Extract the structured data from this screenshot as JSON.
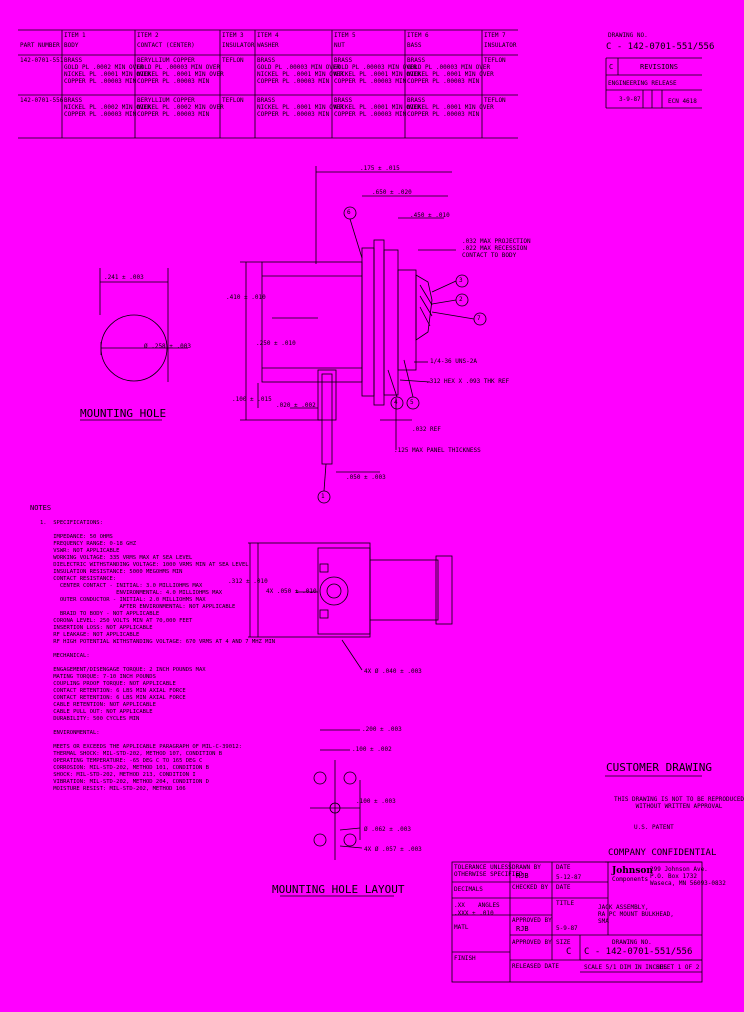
{
  "bom": {
    "headers": [
      {
        "item": "",
        "label": "PART NUMBER"
      },
      {
        "item": "ITEM 1",
        "label": "BODY"
      },
      {
        "item": "ITEM 2",
        "label": "CONTACT (CENTER)"
      },
      {
        "item": "ITEM 3",
        "label": "INSULATOR"
      },
      {
        "item": "ITEM 4",
        "label": "WASHER"
      },
      {
        "item": "ITEM 5",
        "label": "NUT"
      },
      {
        "item": "ITEM 6",
        "label": "BASS"
      },
      {
        "item": "ITEM 7",
        "label": "INSULATOR"
      }
    ],
    "rows": [
      [
        "142-0701-551",
        "BRASS\nGOLD PL .0002 MIN OVER\nNICKEL PL .0001 MIN OVER\nCOPPER PL .00003 MIN",
        "BERYLLIUM COPPER\nGOLD PL .00003 MIN OVER\nNICKEL PL .0001 MIN OVER\nCOPPER PL .00003 MIN",
        "TEFLON",
        "BRASS\nGOLD PL .00003 MIN OVER\nNICKEL PL .0001 MIN OVER\nCOPPER PL .00003 MIN",
        "BRASS\nGOLD PL .00003 MIN OVER\nNICKEL PL .0001 MIN OVER\nCOPPER PL .00003 MIN",
        "BRASS\nGOLD PL .00003 MIN OVER\nNICKEL PL .0001 MIN OVER\nCOPPER PL .00003 MIN",
        "TEFLON"
      ],
      [
        "142-0701-556",
        "BRASS\nNICKEL PL .0002 MIN OVER\nCOPPER PL .00003 MIN",
        "BERYLLIUM COPPER\nNICKEL PL .0002 MIN OVER\nCOPPER PL .00003 MIN",
        "TEFLON",
        "BRASS\nNICKEL PL .0001 MIN OVER\nCOPPER PL .00003 MIN",
        "BRASS\nNICKEL PL .0001 MIN OVER\nCOPPER PL .00003 MIN",
        "BRASS\nNICKEL PL .0001 MIN OVER\nCOPPER PL .00003 MIN",
        "TEFLON"
      ]
    ]
  },
  "drawing_number_label": "DRAWING NO.",
  "drawing_number": "C - 142-0701-551/556",
  "revisions": {
    "label": "REVISIONS",
    "cells": [
      "C",
      "ENGINEERING RELEASE",
      "3-9-87",
      "ECN 4618"
    ]
  },
  "dims": {
    "d175": ".175 ± .015",
    "d650": ".650 ± .020",
    "d450": ".450 ± .010",
    "projection": ".032 MAX PROJECTION\n.022 MAX RECESSION\nCONTACT TO BODY",
    "d241": ".241 ± .003",
    "d258": "Ø .258 ± .003",
    "d410": ".410 ± .010",
    "d250": ".250 ± .010",
    "d100": ".100 ± .015",
    "d020": ".020 ± .002",
    "thread": "1/4-36 UNS-2A",
    "hex": ".312 HEX X .093 THK REF",
    "d032": ".032 REF",
    "panel": ".125 MAX PANEL THICKNESS",
    "d050": ".050 ± .003",
    "d312": ".312 ± .010",
    "holes4x": "4X .050 ± .010",
    "leads": "4X Ø .040 ± .003",
    "h200": ".200 ± .003",
    "h100": ".100 ± .002",
    "h003": ".100 ± .003",
    "hdia": "Ø .062 ± .003",
    "hdia4": "4X Ø .057 ± .003"
  },
  "balloons": [
    "1",
    "2",
    "3",
    "4",
    "5",
    "6",
    "7"
  ],
  "mounting_hole": "MOUNTING HOLE",
  "mounting_hole_layout": "MOUNTING HOLE LAYOUT",
  "notes": {
    "title": "NOTES",
    "body": "1.  SPECIFICATIONS:\n\n    IMPEDANCE: 50 OHMS\n    FREQUENCY RANGE: 0-18 GHZ\n    VSWR: NOT APPLICABLE\n    WORKING VOLTAGE: 335 VRMS MAX AT SEA LEVEL\n    DIELECTRIC WITHSTANDING VOLTAGE: 1000 VRMS MIN AT SEA LEVEL\n    INSULATION RESISTANCE: 5000 MEGOHMS MIN\n    CONTACT RESISTANCE:\n      CENTER CONTACT - INITIAL: 3.0 MILLIOHMS MAX\n                       ENVIRONMENTAL: 4.0 MILLIOHMS MAX\n      OUTER CONDUCTOR - INITIAL: 2.0 MILLIOHMS MAX\n                        AFTER ENVIRONMENTAL: NOT APPLICABLE\n      BRAID TO BODY - NOT APPLICABLE\n    CORONA LEVEL: 250 VOLTS MIN AT 70,000 FEET\n    INSERTION LOSS: NOT APPLICABLE\n    RF LEAKAGE: NOT APPLICABLE\n    RF HIGH POTENTIAL WITHSTANDING VOLTAGE: 670 VRMS AT 4 AND 7 MHZ MIN\n\n    MECHANICAL:\n\n    ENGAGEMENT/DISENGAGE TORQUE: 2 INCH POUNDS MAX\n    MATING TORQUE: 7-10 INCH POUNDS\n    COUPLING PROOF TORQUE: NOT APPLICABLE\n    CONTACT RETENTION: 6 LBS MIN AXIAL FORCE\n    CONTACT RETENTION: 6 LBS MIN AXIAL FORCE\n    CABLE RETENTION: NOT APPLICABLE\n    CABLE PULL OUT: NOT APPLICABLE\n    DURABILITY: 500 CYCLES MIN\n\n    ENVIRONMENTAL:\n\n    MEETS OR EXCEEDS THE APPLICABLE PARAGRAPH OF MIL-C-39012:\n    THERMAL SHOCK: MIL-STD-202, METHOD 107, CONDITION B\n    OPERATING TEMPERATURE: -65 DEG C TO 165 DEG C\n    CORROSION: MIL-STD-202, METHOD 101, CONDITION B\n    SHOCK: MIL-STD-202, METHOD 213, CONDITION I\n    VIBRATION: MIL-STD-202, METHOD 204, CONDITION D\n    MOISTURE RESIST: MIL-STD-202, METHOD 106"
  },
  "customer": {
    "title": "CUSTOMER DRAWING",
    "reproduce": "THIS DRAWING IS NOT TO BE REPRODUCED\nWITHOUT WRITTEN APPROVAL",
    "patent": "U.S. PATENT",
    "confidential": "COMPANY CONFIDENTIAL"
  },
  "title_block": {
    "tolerance": "TOLERANCE UNLESS\nOTHERWISE SPECIFIED",
    "decimals": "DECIMALS",
    "d_xx": ".XX",
    "d_xxx": ".XXX ± .010",
    "angles": "ANGLES",
    "matl": "MATL",
    "finish": "FINISH",
    "drawn_by_label": "DRAWN BY",
    "drawn_by": "RJB",
    "drawn_date_label": "DATE",
    "drawn_date": "5-12-87",
    "checked_label": "CHECKED BY",
    "date_label": "DATE",
    "approved_label": "APPROVED BY",
    "approved_by": "RJB",
    "approved_date": "5-9-87",
    "approved2_label": "APPROVED BY",
    "released_label": "RELEASED DATE",
    "company": "Johnson",
    "company_sub": "Components",
    "company_addr": "299 Johnson Ave.\nP.O. Box 1732\nWaseca, MN 56093-0832",
    "title_label": "TITLE",
    "title": "JACK ASSEMBLY,\nRA PC MOUNT BULKHEAD,\nSMA",
    "size_label": "SIZE",
    "size": "C",
    "dwg_label": "DRAWING NO.",
    "dwg": "C - 142-0701-551/556",
    "scale": "SCALE  5/1",
    "dim": "DIM IN INCHES",
    "sheet": "SHEET  1  OF  2"
  }
}
